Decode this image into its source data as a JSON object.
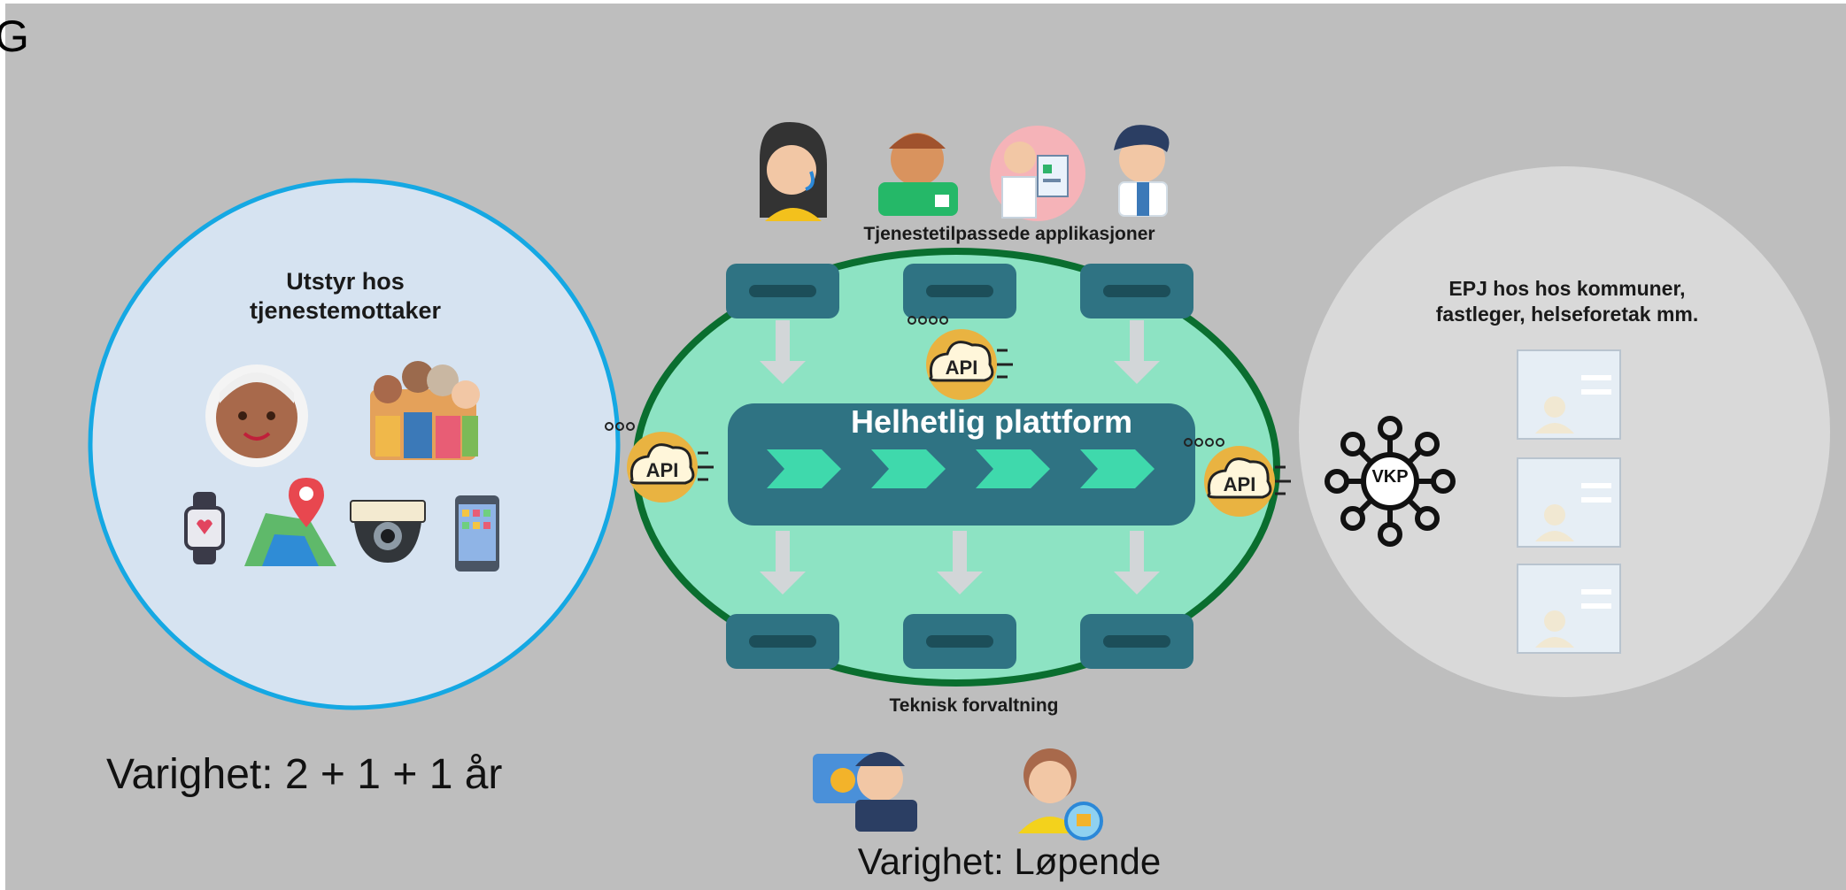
{
  "edge_glyph": "G",
  "recipient_equipment": {
    "title": "Utstyr hos\ntjenestemottaker"
  },
  "ehr_systems": {
    "title": "EPJ hos hos kommuner,\nfastleger, helseforetak mm."
  },
  "service_apps": {
    "title": "Tjenestetilpassede applikasjoner"
  },
  "platform": {
    "title": "Helhetlig plattform"
  },
  "technical_management": {
    "title": "Teknisk forvaltning"
  },
  "api_label": "API",
  "vkp_label": "VKP",
  "duration_recipient": "Varighet: 2 + 1 + 1 år",
  "duration_platform": "Varighet: Løpende",
  "colors": {
    "page_bg": "#bebebe",
    "left_circle_fill": "#d6e3f1",
    "left_circle_stroke": "#15a8e3",
    "right_circle_fill": "#d9d9d9",
    "platform_fill": "#8de3c3",
    "platform_stroke": "#0a6e2f",
    "platform_bar": "#2f7383",
    "chevron": "#3fd9ac",
    "api_gold": "#e9b341"
  },
  "icons": [
    "elderly-woman-icon",
    "family-icon",
    "smartwatch-icon",
    "map-pin-icon",
    "camera-icon",
    "smartphone-icon",
    "headset-agent-icon",
    "nurse-icon",
    "doctor-chart-icon",
    "doctor-icon",
    "api-cloud-icon",
    "vkp-network-icon",
    "document-icon",
    "technician-icon",
    "support-agent-icon"
  ]
}
